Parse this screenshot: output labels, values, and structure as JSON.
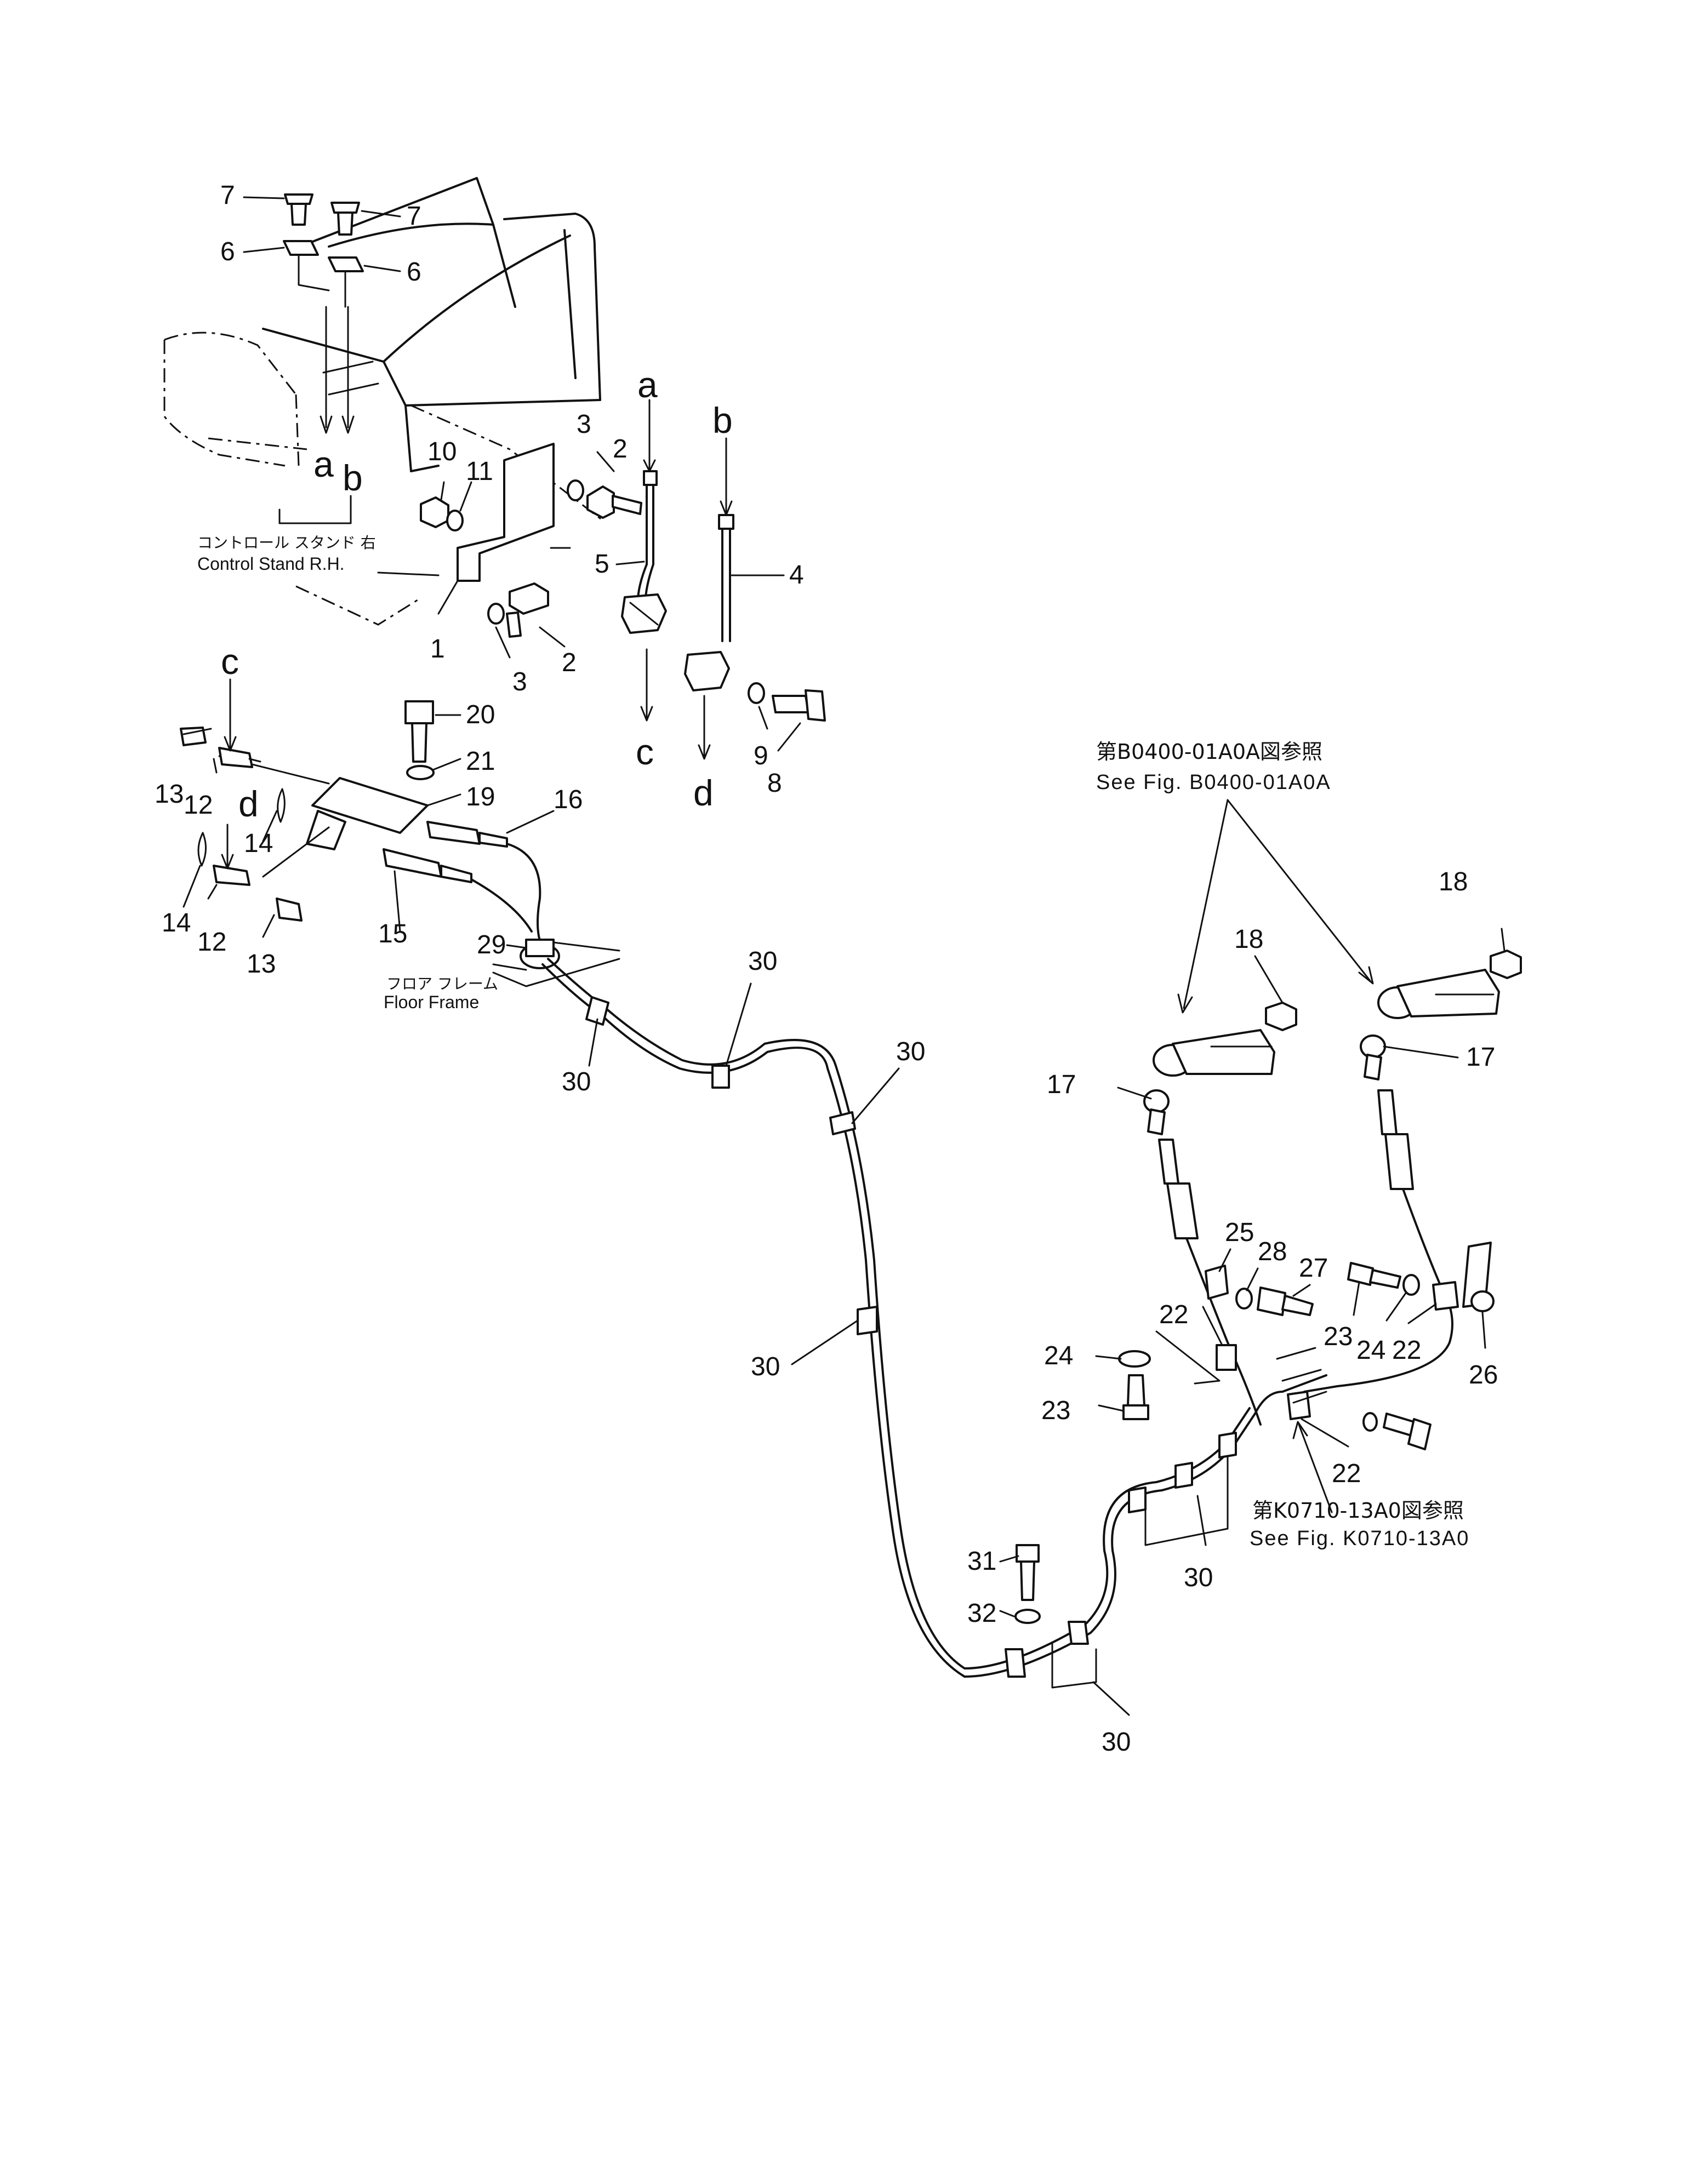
{
  "diagram": {
    "part_numbers": {
      "n1": "1",
      "n2a": "2",
      "n2b": "2",
      "n3a": "3",
      "n3b": "3",
      "n4": "4",
      "n5": "5",
      "n6a": "6",
      "n6b": "6",
      "n7a": "7",
      "n7b": "7",
      "n8": "8",
      "n9": "9",
      "n10": "10",
      "n11": "11",
      "n12a": "12",
      "n12b": "12",
      "n13a": "13",
      "n13b": "13",
      "n14a": "14",
      "n14b": "14",
      "n15": "15",
      "n16": "16",
      "n17a": "17",
      "n17b": "17",
      "n18a": "18",
      "n18b": "18",
      "n19": "19",
      "n20": "20",
      "n21": "21",
      "n22a": "22",
      "n22b": "22",
      "n22c": "22",
      "n23a": "23",
      "n23b": "23",
      "n24a": "24",
      "n24b": "24",
      "n25": "25",
      "n26": "26",
      "n27": "27",
      "n28": "28",
      "n29": "29",
      "n30a": "30",
      "n30b": "30",
      "n30c": "30",
      "n30d": "30",
      "n30e": "30",
      "n30f": "30",
      "n31": "31",
      "n32": "32"
    },
    "view_letters": {
      "a_top": "a",
      "b_top": "b",
      "a_low": "a",
      "b_low": "b",
      "c_top": "c",
      "c_low": "c",
      "d_low": "d",
      "d_left": "d"
    },
    "captions": {
      "control_stand_jp": "コントロール スタンド 右",
      "control_stand_en": "Control Stand R.H.",
      "floor_frame_jp": "フロア フレーム",
      "floor_frame_en": "Floor Frame"
    },
    "references": {
      "ref1_jp": "第B0400-01A0A図参照",
      "ref1_en": "See Fig. B0400-01A0A",
      "ref2_jp": "第K0710-13A0図参照",
      "ref2_en": "See Fig. K0710-13A0"
    }
  }
}
